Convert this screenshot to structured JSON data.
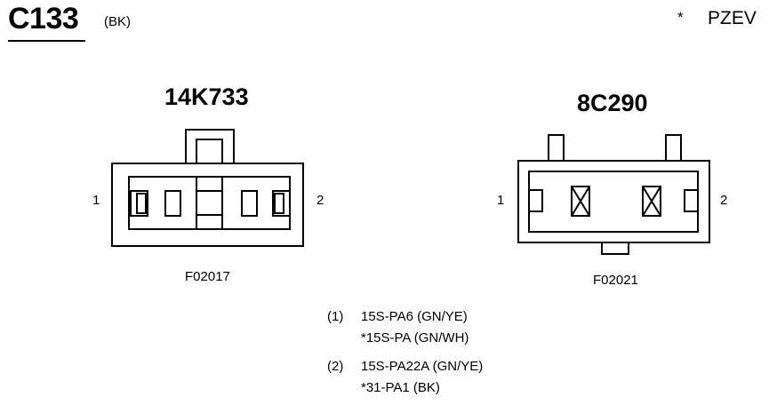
{
  "connector": {
    "id": "C133",
    "color_code": "(BK)"
  },
  "legend": {
    "symbol": "*",
    "label": "PZEV"
  },
  "views": [
    {
      "part_number": "14K733",
      "figure_id": "F02017",
      "pin_left": "1",
      "pin_right": "2"
    },
    {
      "part_number": "8C290",
      "figure_id": "F02021",
      "pin_left": "1",
      "pin_right": "2"
    }
  ],
  "notes": [
    {
      "number": "(1)",
      "lines": [
        "15S-PA6 (GN/YE)",
        "*15S-PA (GN/WH)"
      ]
    },
    {
      "number": "(2)",
      "lines": [
        "15S-PA22A (GN/YE)",
        "*31-PA1 (BK)"
      ]
    }
  ]
}
